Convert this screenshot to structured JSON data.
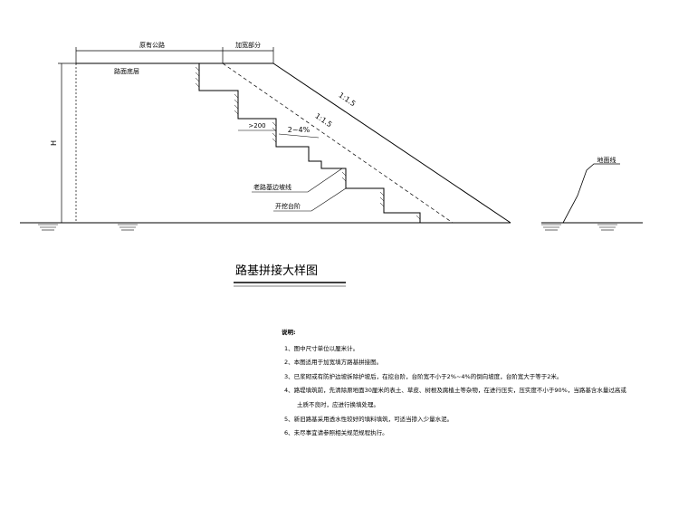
{
  "drawing": {
    "labels": {
      "existing_road": "原有公路",
      "widening_part": "加宽部分",
      "pavement_bottom": "路面底层",
      "slope_main": "1:1.5",
      "slope_step": "1:1.5",
      "step_width": ">200",
      "step_slope": "2~4%",
      "old_slope_line": "老路基边坡线",
      "excavated_step": "开挖台阶",
      "ground_line": "地面线",
      "height": "H"
    },
    "title": "路基拼接大样图"
  },
  "notes": {
    "heading": "说明:",
    "items": [
      "1、图中尺寸单位以厘米计。",
      "2、本图适用于加宽填方路基拼接图。",
      "3、已浆砌或有防护边坡拆除护坡后，在挖台阶，台阶宽不小于2%~4%的倒向坡度，台阶宽大于等于2米。",
      "4、路堤填筑前，先清除原地面30厘米的表土、草皮、树根及腐植土等杂物，在进行压实，压实度不小于90%，当路基含水量过高或",
      "5、新旧路基采用透水性较好的填料填筑，可适当掺入少量水泥。",
      "6、未尽事宜请参照相关规范规程执行。"
    ],
    "item4_continued": "土质不良时，应进行换填处理。"
  }
}
